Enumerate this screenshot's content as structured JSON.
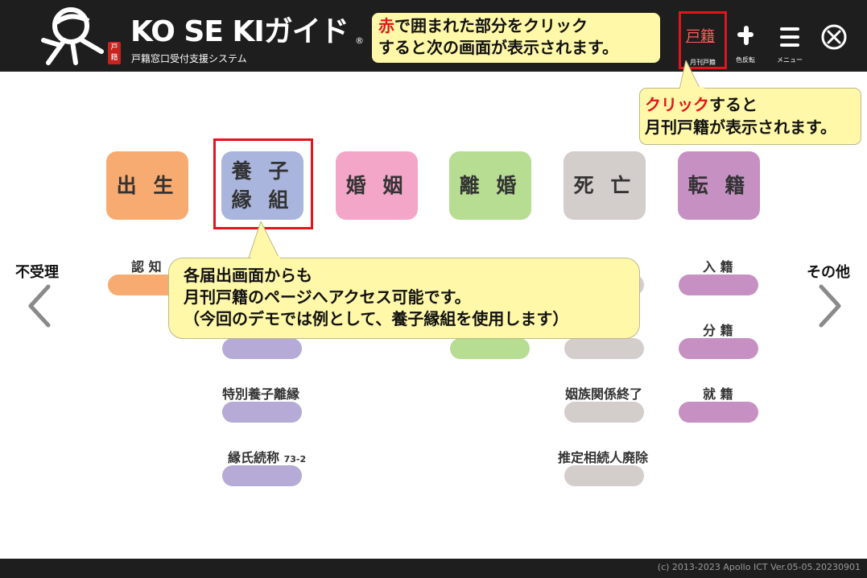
{
  "header": {
    "brand": "KO SE KIガイド",
    "brand_reg": "®",
    "subtitle": "戸籍窓口受付支援システム",
    "seal_text": "戸籍",
    "tip": {
      "line1_red": "赤",
      "line1_rest": "で囲まれた部分をクリック",
      "line2": "すると次の画面が表示されます。"
    },
    "buttons": {
      "koseki_glyph": "戸籍",
      "koseki_caption": "月刊戸籍",
      "invert_caption": "色反転",
      "menu_caption": "メニュー"
    }
  },
  "tip_right": {
    "line1_red": "クリック",
    "line1_rest": "すると",
    "line2": "月刊戸籍が表示されます。"
  },
  "categories": [
    {
      "label": "出 生",
      "color": "#f8ab70"
    },
    {
      "label": "養 子\n縁 組",
      "color": "#a9b5dc"
    },
    {
      "label": "婚 姻",
      "color": "#f4a6c8"
    },
    {
      "label": "離 婚",
      "color": "#b6dd91"
    },
    {
      "label": "死 亡",
      "color": "#d3cdcc"
    },
    {
      "label": "転 籍",
      "color": "#c690c3"
    }
  ],
  "sub_items": {
    "ninchi": "認 知",
    "tokubetsu": "特別養子離縁",
    "enshi": "縁氏続称",
    "enshi_num": "73-2",
    "inzoku": "姻族関係終了",
    "suitei": "推定相続人廃除",
    "nyuseki": "入 籍",
    "bunseki": "分 籍",
    "shuseki": "就 籍"
  },
  "pill_colors": {
    "orange": "#f8ab70",
    "purple": "#b6abd6",
    "green": "#b6dd91",
    "gray": "#d3cdcc",
    "violet": "#c690c3"
  },
  "nav": {
    "left": "不受理",
    "right": "その他"
  },
  "tip_center": {
    "line1": "各届出画面からも",
    "line2": "月刊戸籍のページへアクセス可能です。",
    "line3": "（今回のデモでは例として、養子縁組を使用します）"
  },
  "footer": "(c) 2013-2023 Apollo ICT  Ver.05-05.20230901"
}
